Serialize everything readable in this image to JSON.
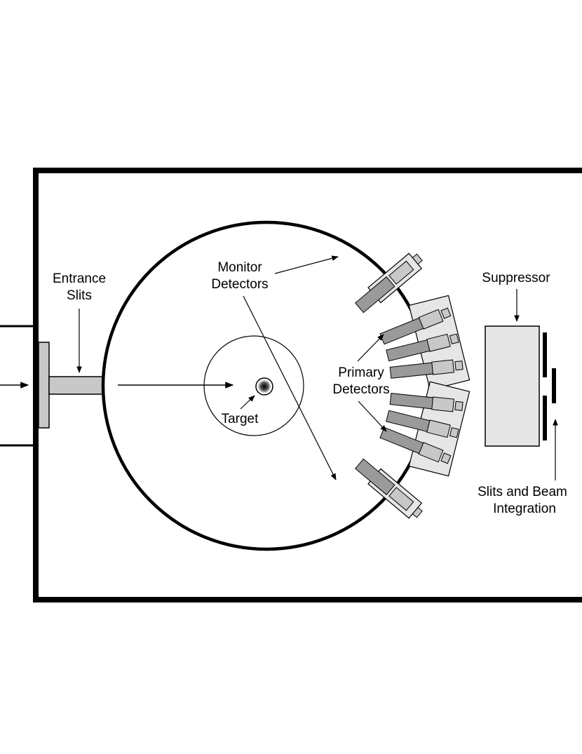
{
  "labels": {
    "entrance_line1": "Entrance",
    "entrance_line2": "Slits",
    "monitor_line1": "Monitor",
    "monitor_line2": "Detectors",
    "primary_line1": "Primary",
    "primary_line2": "Detectors",
    "target": "Target",
    "suppressor": "Suppressor",
    "slits_beam_line1": "Slits and Beam",
    "slits_beam_line2": "Integration"
  },
  "colors": {
    "stroke": "#000000",
    "detector_housing": "#e6e6e6",
    "detector_body": "#9a9a9a",
    "detector_crystal": "#c8c8c8",
    "suppressor_fill": "#e6e6e6",
    "flange_fill": "#c8c8c8"
  }
}
